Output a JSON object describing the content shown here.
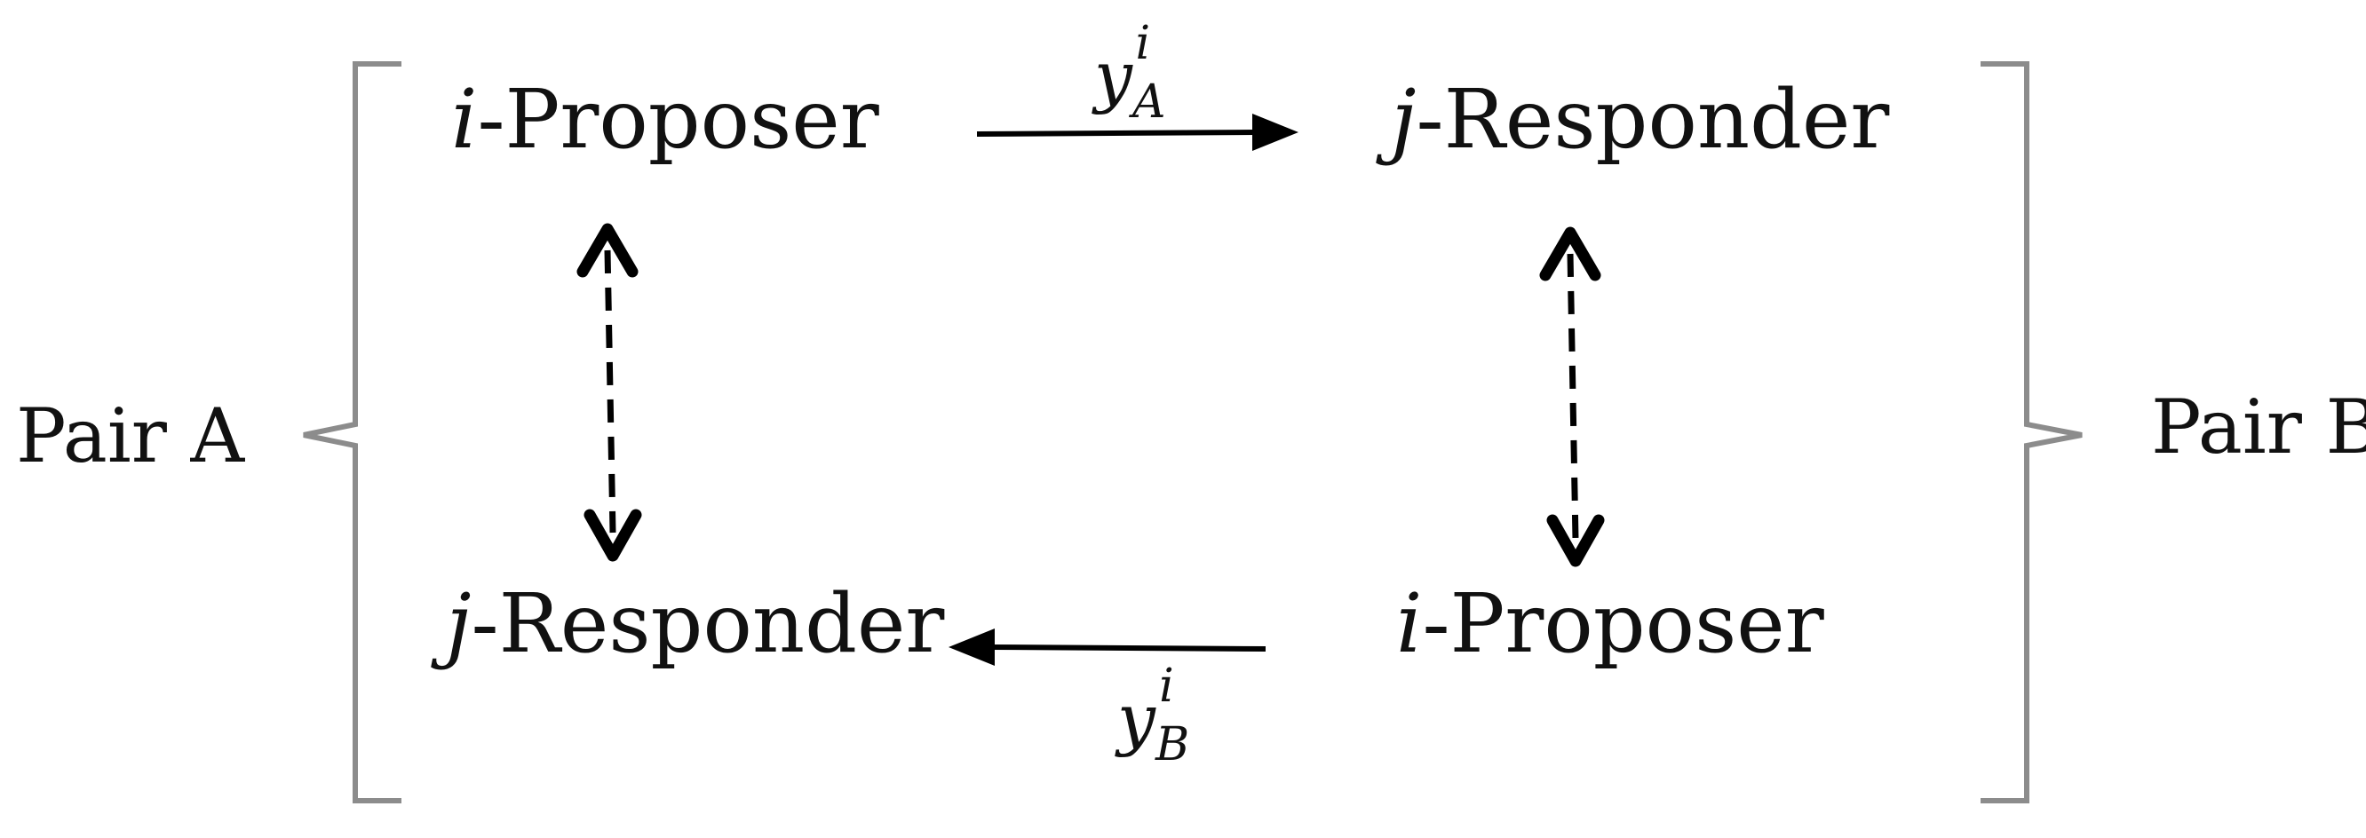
{
  "nodes": {
    "top_left": {
      "var": "i",
      "rest": "-Proposer"
    },
    "top_right": {
      "var": "j",
      "rest": "-Responder"
    },
    "bottom_left": {
      "var": "j",
      "rest": "-Responder"
    },
    "bottom_right": {
      "var": "i",
      "rest": "-Proposer"
    }
  },
  "pairs": {
    "left": "Pair A",
    "right": "Pair B"
  },
  "edges": {
    "top": {
      "base": "y",
      "sup": "i",
      "sub": "A"
    },
    "bottom": {
      "base": "y",
      "sup": "i",
      "sub": "B"
    }
  },
  "colors": {
    "bracket": "#8c8c8c",
    "ink": "#000000"
  }
}
